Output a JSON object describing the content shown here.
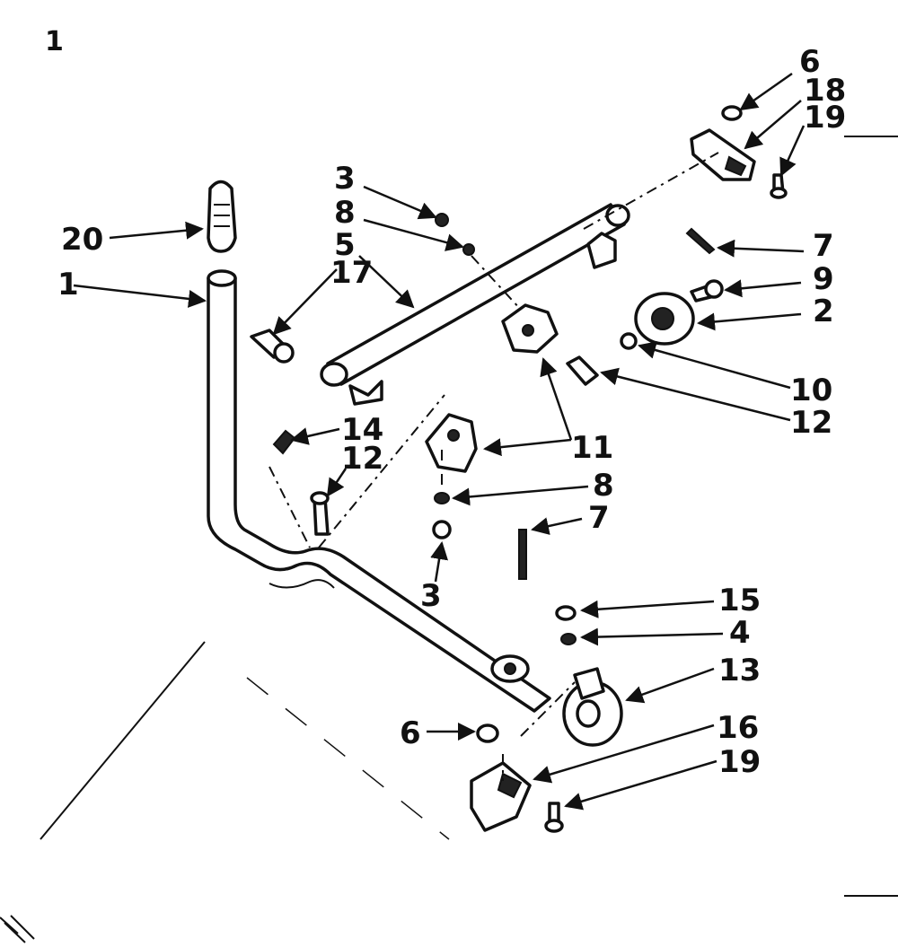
{
  "diagram": {
    "corner_mark": "1",
    "callouts": [
      {
        "id": "6-top",
        "text": "6"
      },
      {
        "id": "18",
        "text": "18"
      },
      {
        "id": "19-top",
        "text": "19"
      },
      {
        "id": "3-top",
        "text": "3"
      },
      {
        "id": "8-top",
        "text": "8"
      },
      {
        "id": "5",
        "text": "5"
      },
      {
        "id": "7-right",
        "text": "7"
      },
      {
        "id": "20",
        "text": "20"
      },
      {
        "id": "17",
        "text": "17"
      },
      {
        "id": "1",
        "text": "1"
      },
      {
        "id": "9",
        "text": "9"
      },
      {
        "id": "2",
        "text": "2"
      },
      {
        "id": "10",
        "text": "10"
      },
      {
        "id": "12-right",
        "text": "12"
      },
      {
        "id": "14",
        "text": "14"
      },
      {
        "id": "12-mid",
        "text": "12"
      },
      {
        "id": "11",
        "text": "11"
      },
      {
        "id": "8-mid",
        "text": "8"
      },
      {
        "id": "7-mid",
        "text": "7"
      },
      {
        "id": "3-mid",
        "text": "3"
      },
      {
        "id": "15",
        "text": "15"
      },
      {
        "id": "4",
        "text": "4"
      },
      {
        "id": "13",
        "text": "13"
      },
      {
        "id": "6-bottom",
        "text": "6"
      },
      {
        "id": "16",
        "text": "16"
      },
      {
        "id": "19-bottom",
        "text": "19"
      }
    ]
  }
}
